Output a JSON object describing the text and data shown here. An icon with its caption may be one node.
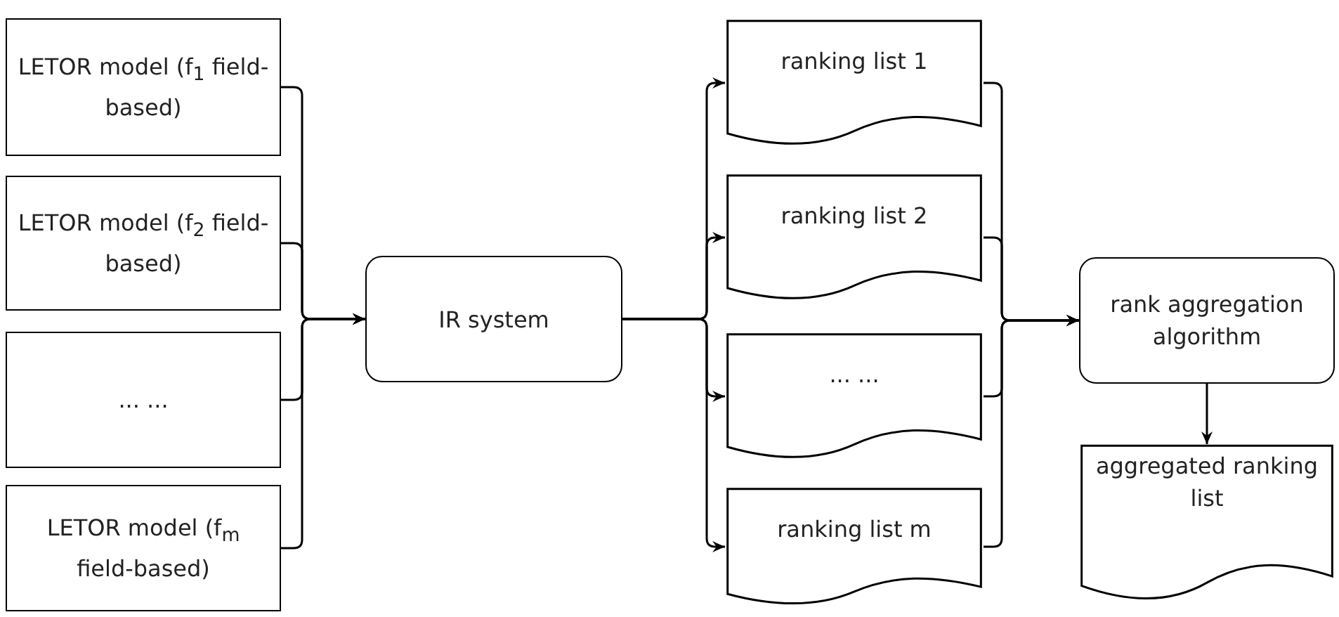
{
  "diagram": {
    "nodes": [
      {
        "text": [
          "LETOR model (f$_{1}$ field-based)"
        ]
      },
      {
        "text": [
          "LETOR model (f$_{2}$ field-based)"
        ]
      },
      {
        "text": [
          "... ..."
        ]
      },
      {
        "text": [
          "LETOR model (f$_{m}$ field-based)"
        ]
      },
      {
        "text": [
          "IR system"
        ]
      },
      {
        "text": [
          "ranking list 1"
        ]
      },
      {
        "text": [
          "ranking list 2"
        ]
      },
      {
        "text": [
          "... ..."
        ]
      },
      {
        "text": [
          "ranking list m"
        ]
      },
      {
        "text": [
          "rank aggregation algorithm"
        ]
      },
      {
        "text": [
          "aggregated ranking list"
        ]
      }
    ],
    "edges": [
      {
        "from": 0,
        "to": 4,
        "arrow": "to"
      },
      {
        "from": 1,
        "to": 4,
        "arrow": "to"
      },
      {
        "from": 2,
        "to": 4,
        "arrow": "to"
      },
      {
        "from": 3,
        "to": 4,
        "arrow": "to"
      },
      {
        "from": 4,
        "to": 5,
        "arrow": "to"
      },
      {
        "from": 4,
        "to": 6,
        "arrow": "to"
      },
      {
        "from": 4,
        "to": 7,
        "arrow": "to"
      },
      {
        "from": 4,
        "to": 8,
        "arrow": "to"
      },
      {
        "from": 5,
        "to": 9,
        "arrow": "to"
      },
      {
        "from": 6,
        "to": 9,
        "arrow": "to"
      },
      {
        "from": 7,
        "to": 9,
        "arrow": "to"
      },
      {
        "from": 8,
        "to": 9,
        "arrow": "to"
      },
      {
        "from": 9,
        "to": 10,
        "arrow": "to"
      }
    ]
  }
}
